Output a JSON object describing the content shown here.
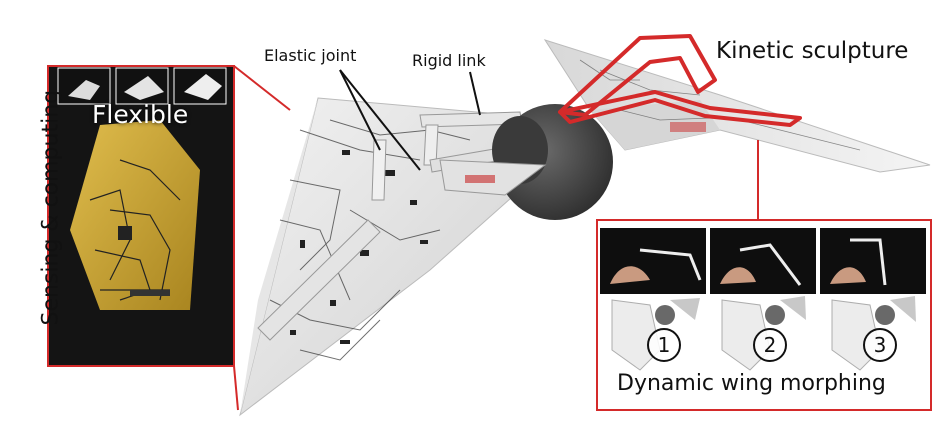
{
  "labels": {
    "elastic_joint": "Elastic joint",
    "rigid_link": "Rigid link",
    "kinetic_sculpture": "Kinetic sculpture",
    "flexible": "Flexible",
    "sensing_computing": "Sensing & computing",
    "dynamic_wing_morphing": "Dynamic wing morphing"
  },
  "steps": [
    "1",
    "2",
    "3"
  ],
  "colors": {
    "highlight_red": "#d42a2a",
    "circuit_board": "#c9a233",
    "wing_surface": "#d9d9d9",
    "photo_dark": "#111111"
  }
}
